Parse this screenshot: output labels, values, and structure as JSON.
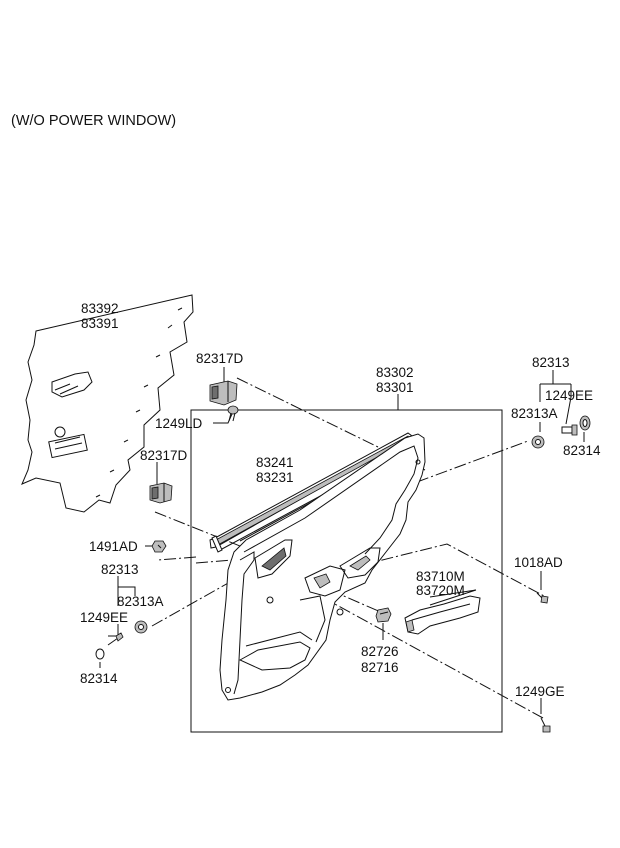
{
  "caption": "(W/O POWER WINDOW)",
  "labels": {
    "l83392": "83392",
    "l83391": "83391",
    "l82317D_top": "82317D",
    "l1249LD": "1249LD",
    "l83302": "83302",
    "l83301": "83301",
    "l82313_right": "82313",
    "l1249EE_right": "1249EE",
    "l82313A_right": "82313A",
    "l82314_right": "82314",
    "l82317D_mid": "82317D",
    "l83241": "83241",
    "l83231": "83231",
    "l1491AD": "1491AD",
    "l82313_left": "82313",
    "l82313A_left": "82313A",
    "l1249EE_left": "1249EE",
    "l82314_left": "82314",
    "l1018AD": "1018AD",
    "l83710M": "83710M",
    "l83720M": "83720M",
    "l82726": "82726",
    "l82716": "82716",
    "l1249GE": "1249GE"
  }
}
